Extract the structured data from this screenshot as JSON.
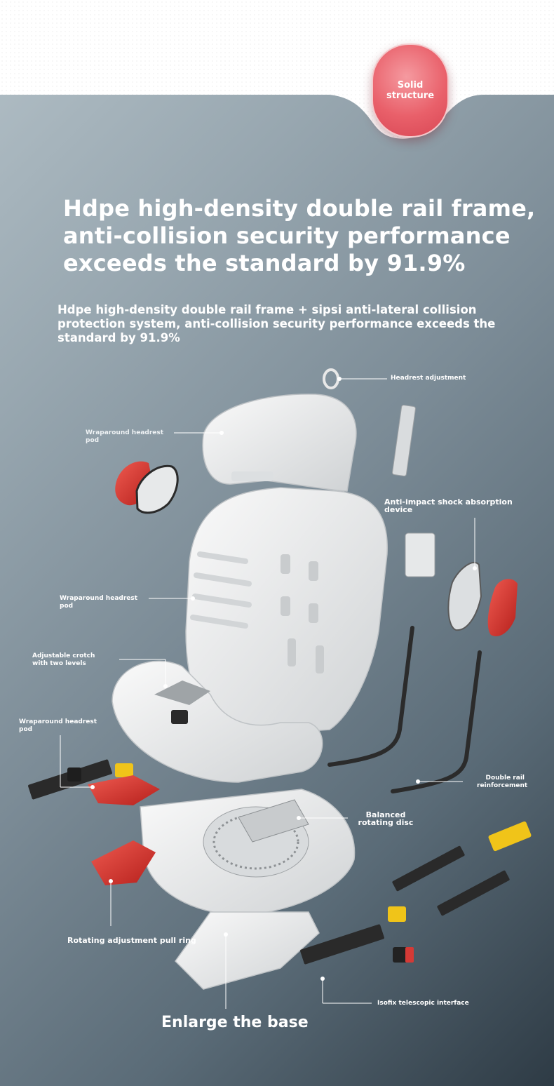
{
  "badge": {
    "text": "Solid structure"
  },
  "title": "Hdpe high-density double rail frame, anti-collision security performance exceeds the standard by 91.9%",
  "subtitle": "Hdpe high-density double rail frame + sipsi anti-lateral collision protection system, anti-collision security performance exceeds the standard by 91.9%",
  "labels": {
    "headrest_adjustment": "Headrest adjustment",
    "wraparound_pod_1": "Wraparound headrest pod",
    "anti_impact": "Anti-impact shock absorption device",
    "wraparound_pod_2": "Wraparound headrest pod",
    "adjustable_crotch": "Adjustable crotch with two levels",
    "wraparound_pod_3": "Wraparound headrest pod",
    "double_rail": "Double rail reinforcement",
    "balanced_disc": "Balanced rotating disc",
    "pull_ring": "Rotating adjustment pull ring",
    "isofix": "Isofix telescopic interface"
  },
  "base_caption": "Enlarge the base",
  "colors": {
    "accent_red": "#d43a36",
    "badge_pink": "#e9606a",
    "yellow": "#f0c419",
    "seat_white": "#eeeeee"
  }
}
